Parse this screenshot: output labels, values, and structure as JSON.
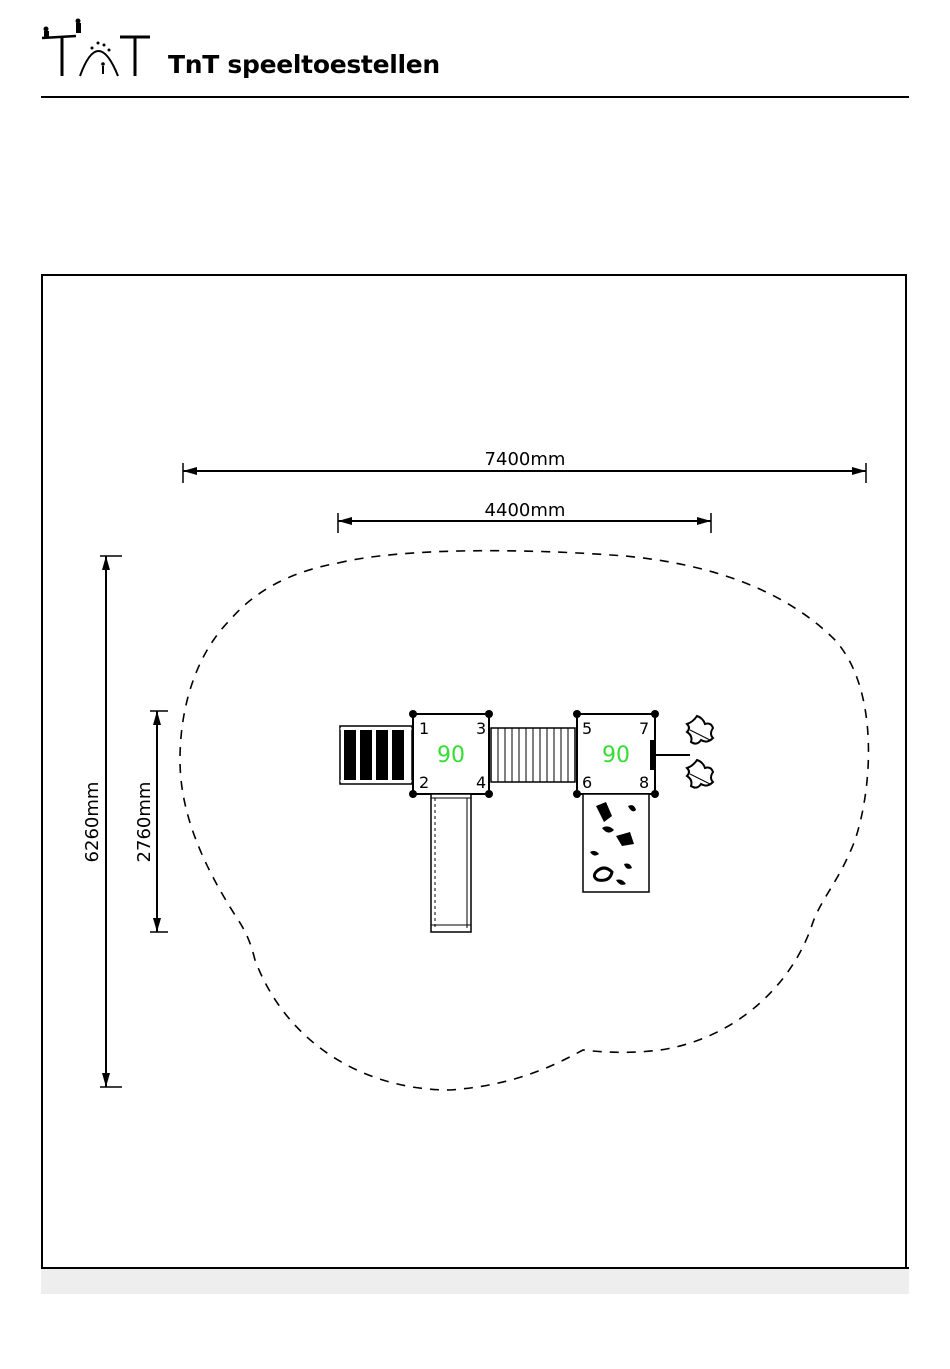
{
  "header": {
    "brand_name": "TnT speeltoestellen",
    "logo_icon": "seesaw-swing-logo"
  },
  "dimensions": {
    "total_width": "7400mm",
    "platform_width": "4400mm",
    "total_depth": "6260mm",
    "platform_depth": "2760mm"
  },
  "platforms": [
    {
      "height": "90",
      "corners": [
        "1",
        "3",
        "2",
        "4"
      ]
    },
    {
      "height": "90",
      "corners": [
        "5",
        "7",
        "6",
        "8"
      ]
    }
  ],
  "colors": {
    "height_label": "#33dd33",
    "lines": "#000000",
    "footer_strip": "#eeeeee"
  }
}
